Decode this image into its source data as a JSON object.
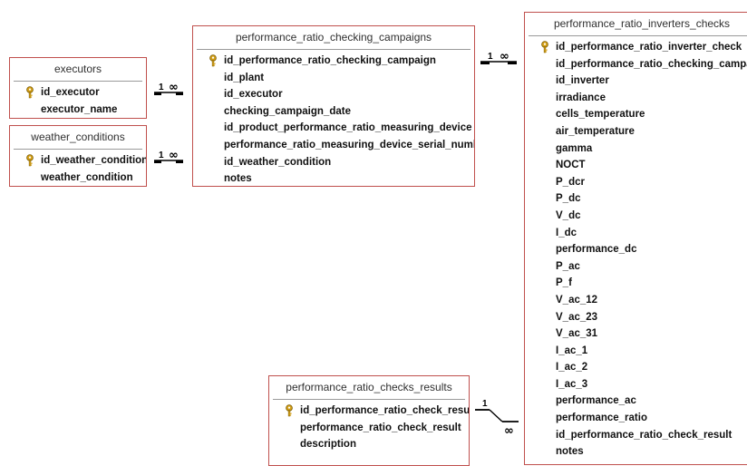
{
  "tables": {
    "executors": {
      "name": "executors",
      "fields": [
        {
          "name": "id_executor",
          "pk": true
        },
        {
          "name": "executor_name",
          "pk": false
        }
      ]
    },
    "weather_conditions": {
      "name": "weather_conditions",
      "fields": [
        {
          "name": "id_weather_condition",
          "pk": true
        },
        {
          "name": "weather_condition",
          "pk": false
        }
      ]
    },
    "campaigns": {
      "name": "performance_ratio_checking_campaigns",
      "fields": [
        {
          "name": "id_performance_ratio_checking_campaign",
          "pk": true
        },
        {
          "name": "id_plant",
          "pk": false
        },
        {
          "name": "id_executor",
          "pk": false
        },
        {
          "name": "checking_campaign_date",
          "pk": false
        },
        {
          "name": "id_product_performance_ratio_measuring_device",
          "pk": false
        },
        {
          "name": "performance_ratio_measuring_device_serial_number",
          "pk": false
        },
        {
          "name": "id_weather_condition",
          "pk": false
        },
        {
          "name": "notes",
          "pk": false
        }
      ]
    },
    "inverter_checks": {
      "name": "performance_ratio_inverters_checks",
      "fields": [
        {
          "name": "id_performance_ratio_inverter_check",
          "pk": true
        },
        {
          "name": "id_performance_ratio_checking_campaign",
          "pk": false
        },
        {
          "name": "id_inverter",
          "pk": false
        },
        {
          "name": "irradiance",
          "pk": false
        },
        {
          "name": "cells_temperature",
          "pk": false
        },
        {
          "name": "air_temperature",
          "pk": false
        },
        {
          "name": "gamma",
          "pk": false
        },
        {
          "name": "NOCT",
          "pk": false
        },
        {
          "name": "P_dcr",
          "pk": false
        },
        {
          "name": "P_dc",
          "pk": false
        },
        {
          "name": "V_dc",
          "pk": false
        },
        {
          "name": "I_dc",
          "pk": false
        },
        {
          "name": "performance_dc",
          "pk": false
        },
        {
          "name": "P_ac",
          "pk": false
        },
        {
          "name": "P_f",
          "pk": false
        },
        {
          "name": "V_ac_12",
          "pk": false
        },
        {
          "name": "V_ac_23",
          "pk": false
        },
        {
          "name": "V_ac_31",
          "pk": false
        },
        {
          "name": "I_ac_1",
          "pk": false
        },
        {
          "name": "I_ac_2",
          "pk": false
        },
        {
          "name": "I_ac_3",
          "pk": false
        },
        {
          "name": "performance_ac",
          "pk": false
        },
        {
          "name": "performance_ratio",
          "pk": false
        },
        {
          "name": "id_performance_ratio_check_result",
          "pk": false
        },
        {
          "name": "notes",
          "pk": false
        }
      ]
    },
    "check_results": {
      "name": "performance_ratio_checks_results",
      "fields": [
        {
          "name": "id_performance_ratio_check_result",
          "pk": true
        },
        {
          "name": "performance_ratio_check_result",
          "pk": false
        },
        {
          "name": "description",
          "pk": false
        }
      ]
    }
  },
  "relationships": {
    "one_label": "1",
    "many_label": "∞"
  },
  "colors": {
    "table_border": "#c0504d",
    "key_icon": "#d4a017",
    "line": "#000000"
  }
}
